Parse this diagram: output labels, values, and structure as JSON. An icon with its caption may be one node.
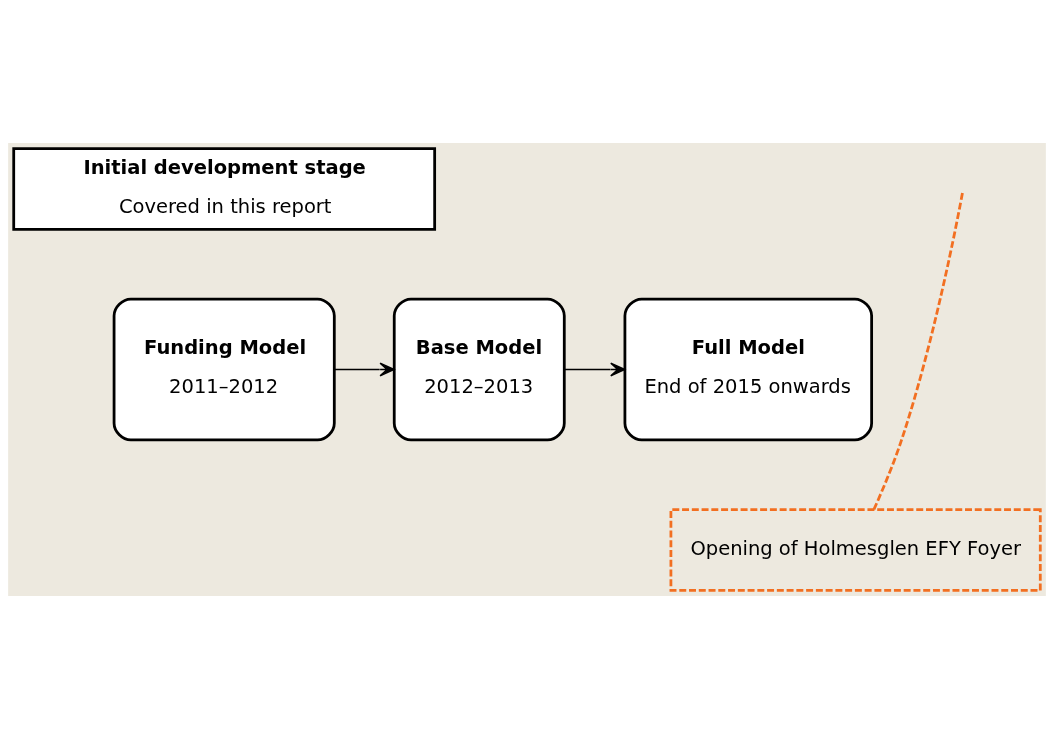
{
  "diagram": {
    "nodes": [
      {
        "text": [
          "Initial development stage",
          "Covered in this report"
        ]
      },
      {
        "text": [
          "Funding Model",
          "2011–2012"
        ]
      },
      {
        "text": [
          "Base Model",
          "2012–2013"
        ]
      },
      {
        "text": [
          "Full Model",
          "End of 2015 onwards"
        ]
      },
      {
        "text": [
          "Opening of Holmesglen EFY Foyer"
        ]
      }
    ],
    "edges": [
      {
        "from": 1,
        "to": 2,
        "arrow": "to"
      },
      {
        "from": 2,
        "to": 3,
        "arrow": "to"
      },
      {
        "from": 4,
        "to": null,
        "arrow": "none",
        "style": "dashed",
        "color": "#f26f21"
      }
    ]
  }
}
